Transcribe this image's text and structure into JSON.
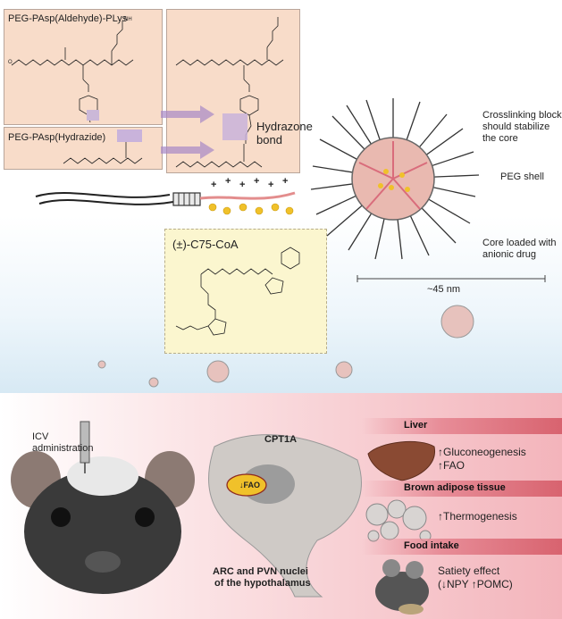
{
  "panel_top": {
    "aldehyde_polymer_label": "PEG-PAsp(Aldehyde)-PLys",
    "hydrazide_polymer_label": "PEG-PAsp(Hydrazide)",
    "hydrazone_label_line1": "Hydrazone",
    "hydrazone_label_line2": "bond",
    "drug_label": "(±)-C75-CoA",
    "callout_crosslinking_1": "Crosslinking block",
    "callout_crosslinking_2": "should stabilize",
    "callout_crosslinking_3": "the core",
    "callout_peg_shell": "PEG shell",
    "callout_core_1": "Core loaded with",
    "callout_core_2": "anionic drug",
    "scale_label": "~45 nm"
  },
  "panel_bottom": {
    "icv_line1": "ICV",
    "icv_line2": "administration",
    "cpt1a_label": "CPT1A",
    "fao_neuron_label": "↓FAO",
    "hypothalamus_line1": "ARC and PVN nuclei",
    "hypothalamus_line2": "of the hypothalamus",
    "liver": {
      "title": "Liver",
      "effect1": "↑Gluconeogenesis",
      "effect2": "↑FAO"
    },
    "bat": {
      "title": "Brown adipose tissue",
      "effect1": "↑Thermogenesis"
    },
    "food": {
      "title": "Food intake",
      "effect1": "Satiety effect",
      "effect2": "(↓NPY ↑POMC)"
    }
  },
  "colors": {
    "peach_box": "#f8dcc9",
    "yellow_box": "#fbf6cf",
    "band_accent": "#d8636f",
    "micelle_core": "#e9b9b0",
    "arrow_purple": "#a687c6"
  },
  "icons": [
    "micelle-icon",
    "mouse-head-icon",
    "syringe-icon",
    "neuron-icon",
    "mitochondria-icon",
    "liver-icon",
    "fat-droplets-icon",
    "mouse-eating-icon"
  ]
}
